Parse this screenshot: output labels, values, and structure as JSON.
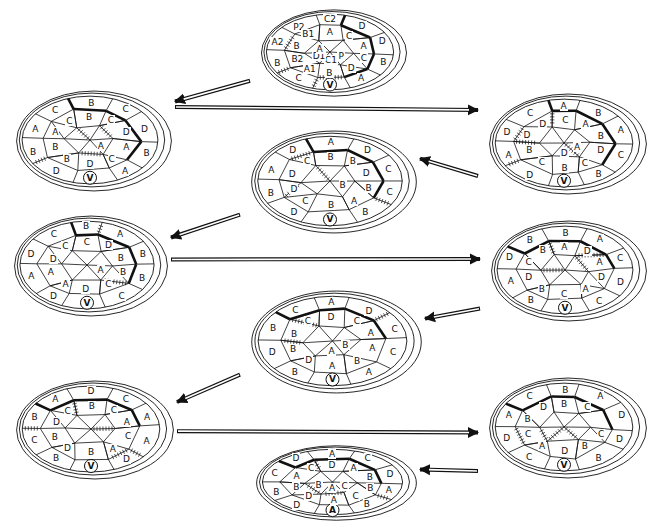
{
  "diagram": {
    "nodes": [
      {
        "text": [
          "B",
          "A",
          "C",
          "B",
          "A2",
          "P2",
          "C2",
          "D",
          "D",
          "C",
          "D",
          "B",
          "A1",
          "B2",
          "B",
          "B1",
          "A",
          "C",
          "A",
          "P",
          "C1",
          "D1",
          "A",
          "V"
        ]
      },
      {
        "text": [
          "B",
          "A",
          "D",
          "B",
          "A",
          "C",
          "B",
          "C",
          "D",
          "A",
          "C",
          "D",
          "B",
          "B",
          "A",
          "C",
          "B",
          "C",
          "D",
          "A",
          "V"
        ]
      },
      {
        "text": [
          "C",
          "B",
          "D",
          "A",
          "D",
          "C",
          "A",
          "B",
          "A",
          "D",
          "C",
          "B",
          "C",
          "B",
          "D",
          "D",
          "C",
          "A",
          "B",
          "A",
          "D",
          "V"
        ]
      },
      {
        "text": [
          "C",
          "B",
          "D",
          "B",
          "A",
          "D",
          "A",
          "D",
          "C",
          "B",
          "A",
          "B",
          "C",
          "D",
          "D",
          "C",
          "B",
          "B",
          "D",
          "B",
          "V"
        ]
      },
      {
        "text": [
          "B",
          "C",
          "D",
          "A",
          "D",
          "C",
          "B",
          "A",
          "B",
          "B",
          "C",
          "D",
          "A",
          "A",
          "D",
          "C",
          "C",
          "D",
          "B",
          "A",
          "V"
        ]
      },
      {
        "text": [
          "D",
          "C",
          "B",
          "A",
          "D",
          "B",
          "B",
          "A",
          "C",
          "D",
          "A",
          "C",
          "B",
          "D",
          "C",
          "B",
          "A",
          "D",
          "A",
          "V"
        ]
      },
      {
        "text": [
          "C",
          "A",
          "B",
          "D",
          "B",
          "C",
          "A",
          "D",
          "C",
          "A",
          "B",
          "A",
          "D",
          "B",
          "B",
          "C",
          "D",
          "C",
          "A",
          "B",
          "A",
          "V"
        ]
      },
      {
        "text": [
          "A",
          "D",
          "B",
          "C",
          "B",
          "A",
          "D",
          "C",
          "A",
          "C",
          "A",
          "B",
          "D",
          "B",
          "D",
          "C",
          "B",
          "C",
          "A",
          "V"
        ]
      },
      {
        "text": [
          "D",
          "B",
          "C",
          "D",
          "A",
          "C",
          "B",
          "A",
          "D",
          "C",
          "B",
          "D",
          "A",
          "C",
          "B",
          "D",
          "B",
          "C",
          "V"
        ]
      },
      {
        "text": [
          "A",
          "B",
          "D",
          "B",
          "C",
          "D",
          "A",
          "C",
          "D",
          "B",
          "C",
          "A",
          "D",
          "B",
          "A",
          "C",
          "D",
          "A",
          "B",
          "C",
          "A",
          "B",
          "A"
        ]
      }
    ],
    "edges": [
      {
        "from": 0,
        "to": 1,
        "arrow": "to"
      },
      {
        "from": 1,
        "to": 2,
        "arrow": "to"
      },
      {
        "from": 2,
        "to": 3,
        "arrow": "to"
      },
      {
        "from": 3,
        "to": 4,
        "arrow": "to"
      },
      {
        "from": 4,
        "to": 5,
        "arrow": "to"
      },
      {
        "from": 5,
        "to": 6,
        "arrow": "to"
      },
      {
        "from": 6,
        "to": 7,
        "arrow": "to"
      },
      {
        "from": 7,
        "to": 8,
        "arrow": "to"
      },
      {
        "from": 8,
        "to": 9,
        "arrow": "to"
      }
    ]
  }
}
